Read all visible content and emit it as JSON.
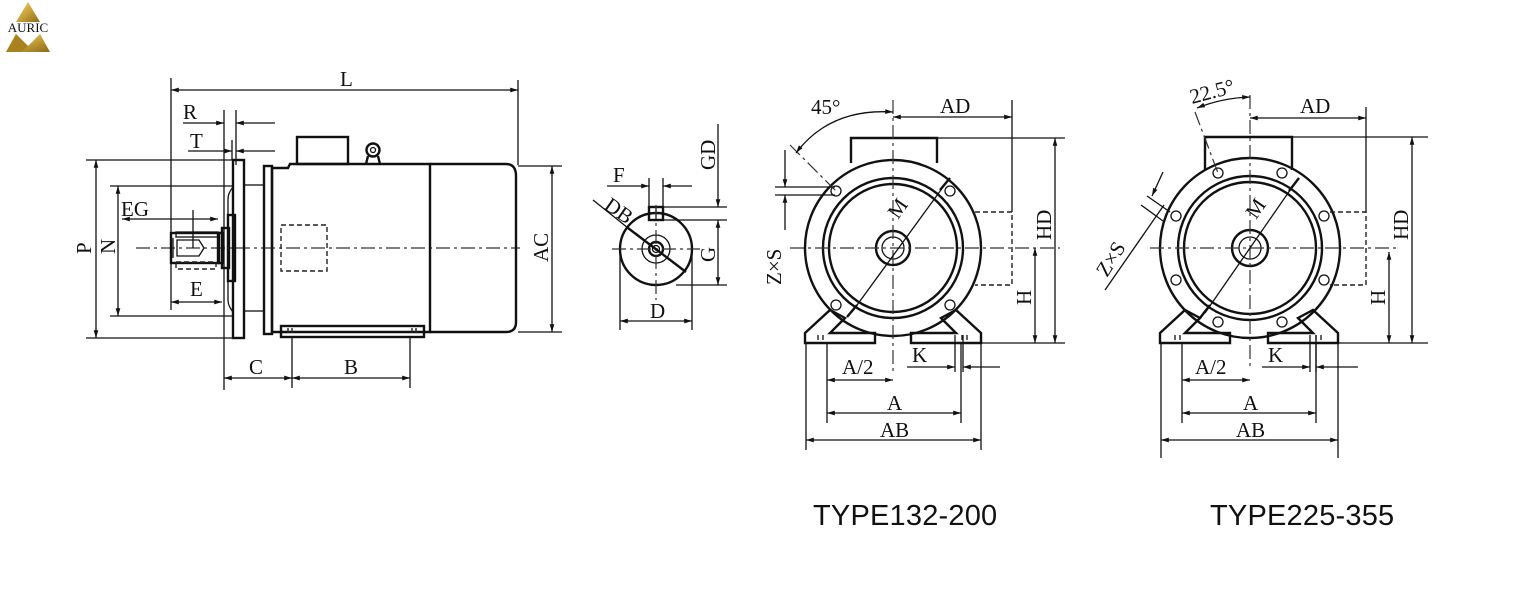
{
  "logo": {
    "text": "AURIC",
    "colors": {
      "gold": "#c9a23a",
      "dark_gold": "#8a6a18"
    }
  },
  "side_view": {
    "labels": {
      "L": "L",
      "R": "R",
      "T": "T",
      "EG": "EG",
      "P": "P",
      "N": "N",
      "E": "E",
      "C": "C",
      "B": "B",
      "AC": "AC"
    }
  },
  "shaft_end_view": {
    "labels": {
      "GD": "GD",
      "F": "F",
      "DB": "DB",
      "G": "G",
      "D": "D"
    }
  },
  "front_view_1": {
    "labels": {
      "angle": "45°",
      "AD": "AD",
      "ZxS": "Z×S",
      "M": "M",
      "HD": "HD",
      "H": "H",
      "A_half": "A/2",
      "K": "K",
      "A": "A",
      "AB": "AB"
    },
    "caption": "TYPE132-200"
  },
  "front_view_2": {
    "labels": {
      "angle": "22.5°",
      "AD": "AD",
      "ZxS": "Z×S",
      "M": "M",
      "HD": "HD",
      "H": "H",
      "A_half": "A/2",
      "K": "K",
      "A": "A",
      "AB": "AB"
    },
    "caption": "TYPE225-355"
  }
}
